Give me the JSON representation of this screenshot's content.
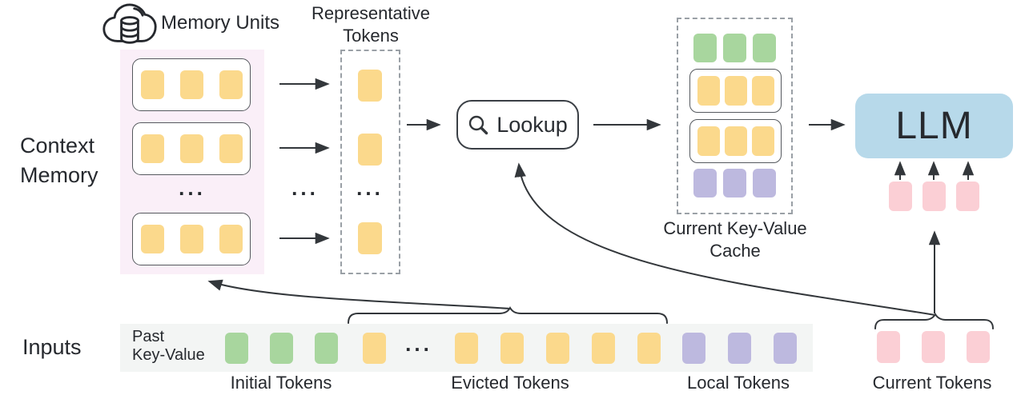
{
  "labels": {
    "ellipsis": "..."
  },
  "memory": {
    "icon": "cloud-database-icon",
    "title": "Memory Units",
    "context_label_line1": "Context",
    "context_label_line2": "Memory",
    "units": 3,
    "tokens_per_unit": 3
  },
  "representative": {
    "label_line1": "Representative",
    "label_line2": "Tokens",
    "token_count": 3
  },
  "lookup": {
    "icon": "search-icon",
    "label": "Lookup"
  },
  "cache": {
    "label_line1": "Current Key-Value",
    "label_line2": "Cache",
    "rows": [
      {
        "type": "tokens",
        "color": "#A8D69E",
        "count": 3
      },
      {
        "type": "unit",
        "color": "#FBD98C",
        "count": 3
      },
      {
        "type": "unit",
        "color": "#FBD98C",
        "count": 3
      },
      {
        "type": "tokens",
        "color": "#BDB9DF",
        "count": 3
      }
    ]
  },
  "llm": {
    "label": "LLM",
    "input_token_count": 3
  },
  "inputs": {
    "section_label": "Inputs",
    "bar_label_line1": "Past",
    "bar_label_line2": "Key-Value",
    "groups": [
      {
        "name": "initial-tokens",
        "label": "Initial Tokens",
        "color": "#A8D69E",
        "count": 3
      },
      {
        "name": "evicted-tokens",
        "label": "Evicted Tokens",
        "color": "#FBD98C",
        "count": 6
      },
      {
        "name": "local-tokens",
        "label": "Local Tokens",
        "color": "#BDB9DF",
        "count": 3
      },
      {
        "name": "current-tokens",
        "label": "Current Tokens",
        "color": "#FBCFD5",
        "count": 3
      }
    ]
  },
  "colors": {
    "token_yellow": "#FBD98C",
    "token_green": "#A8D69E",
    "token_purple": "#BDB9DF",
    "token_pink": "#FBCFD5",
    "llm_fill": "#B7D9EA",
    "memory_panel": "#FAEFF8",
    "inputs_bar": "#F3F5F4",
    "line": "#33373B"
  }
}
